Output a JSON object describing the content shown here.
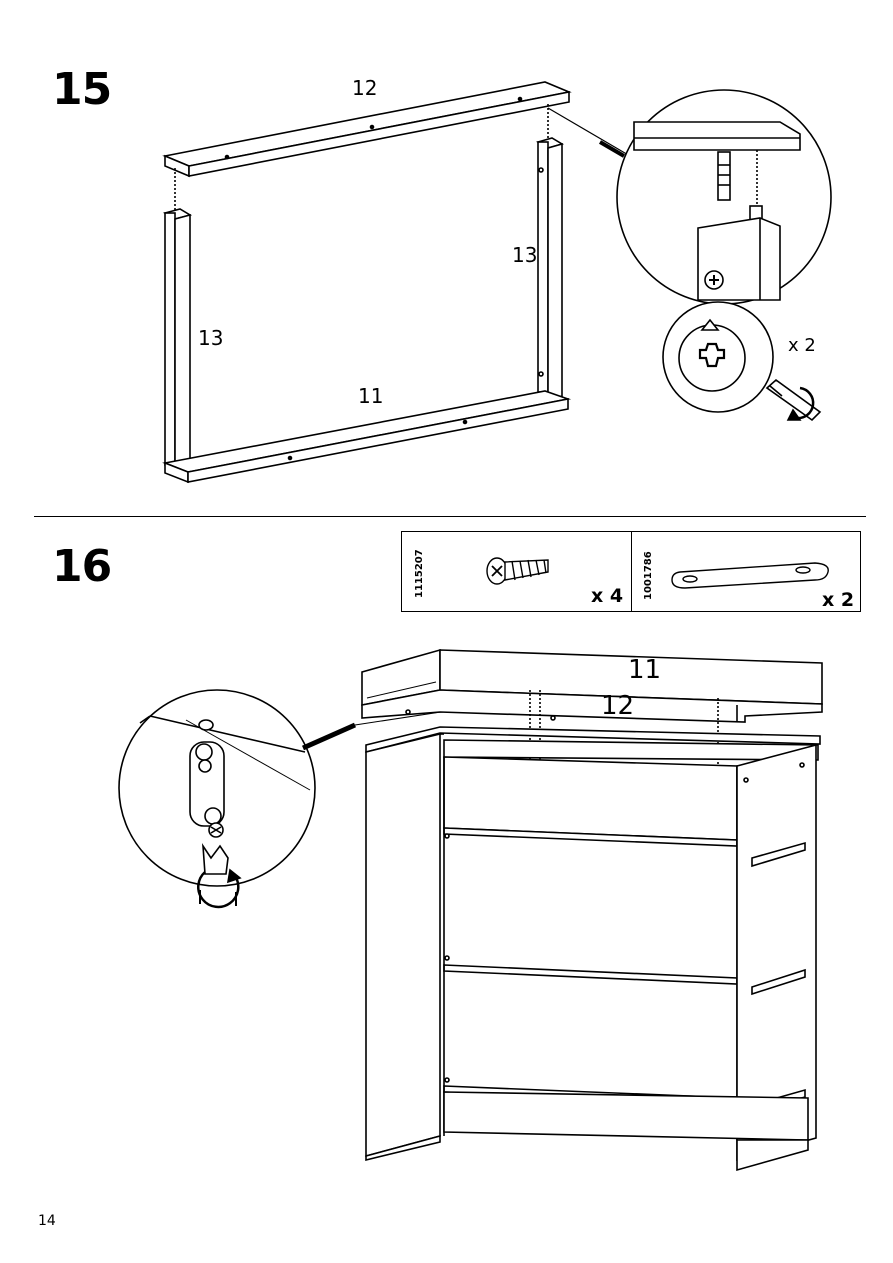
{
  "page": {
    "number": "14"
  },
  "step15": {
    "number": "15",
    "labels": {
      "top_rail": "12",
      "bottom_rail": "11",
      "left_post": "13",
      "right_post": "13"
    },
    "quantity": "x 2"
  },
  "step16": {
    "number": "16",
    "parts": [
      {
        "part_no": "1115207",
        "quantity": "x 4",
        "icon": "screw-icon"
      },
      {
        "part_no": "1001786",
        "quantity": "x 2",
        "icon": "connector-plate-icon"
      }
    ],
    "labels": {
      "front_rail": "11",
      "back_rail": "12"
    }
  },
  "colors": {
    "line": "#000000",
    "fill": "#ffffff"
  }
}
